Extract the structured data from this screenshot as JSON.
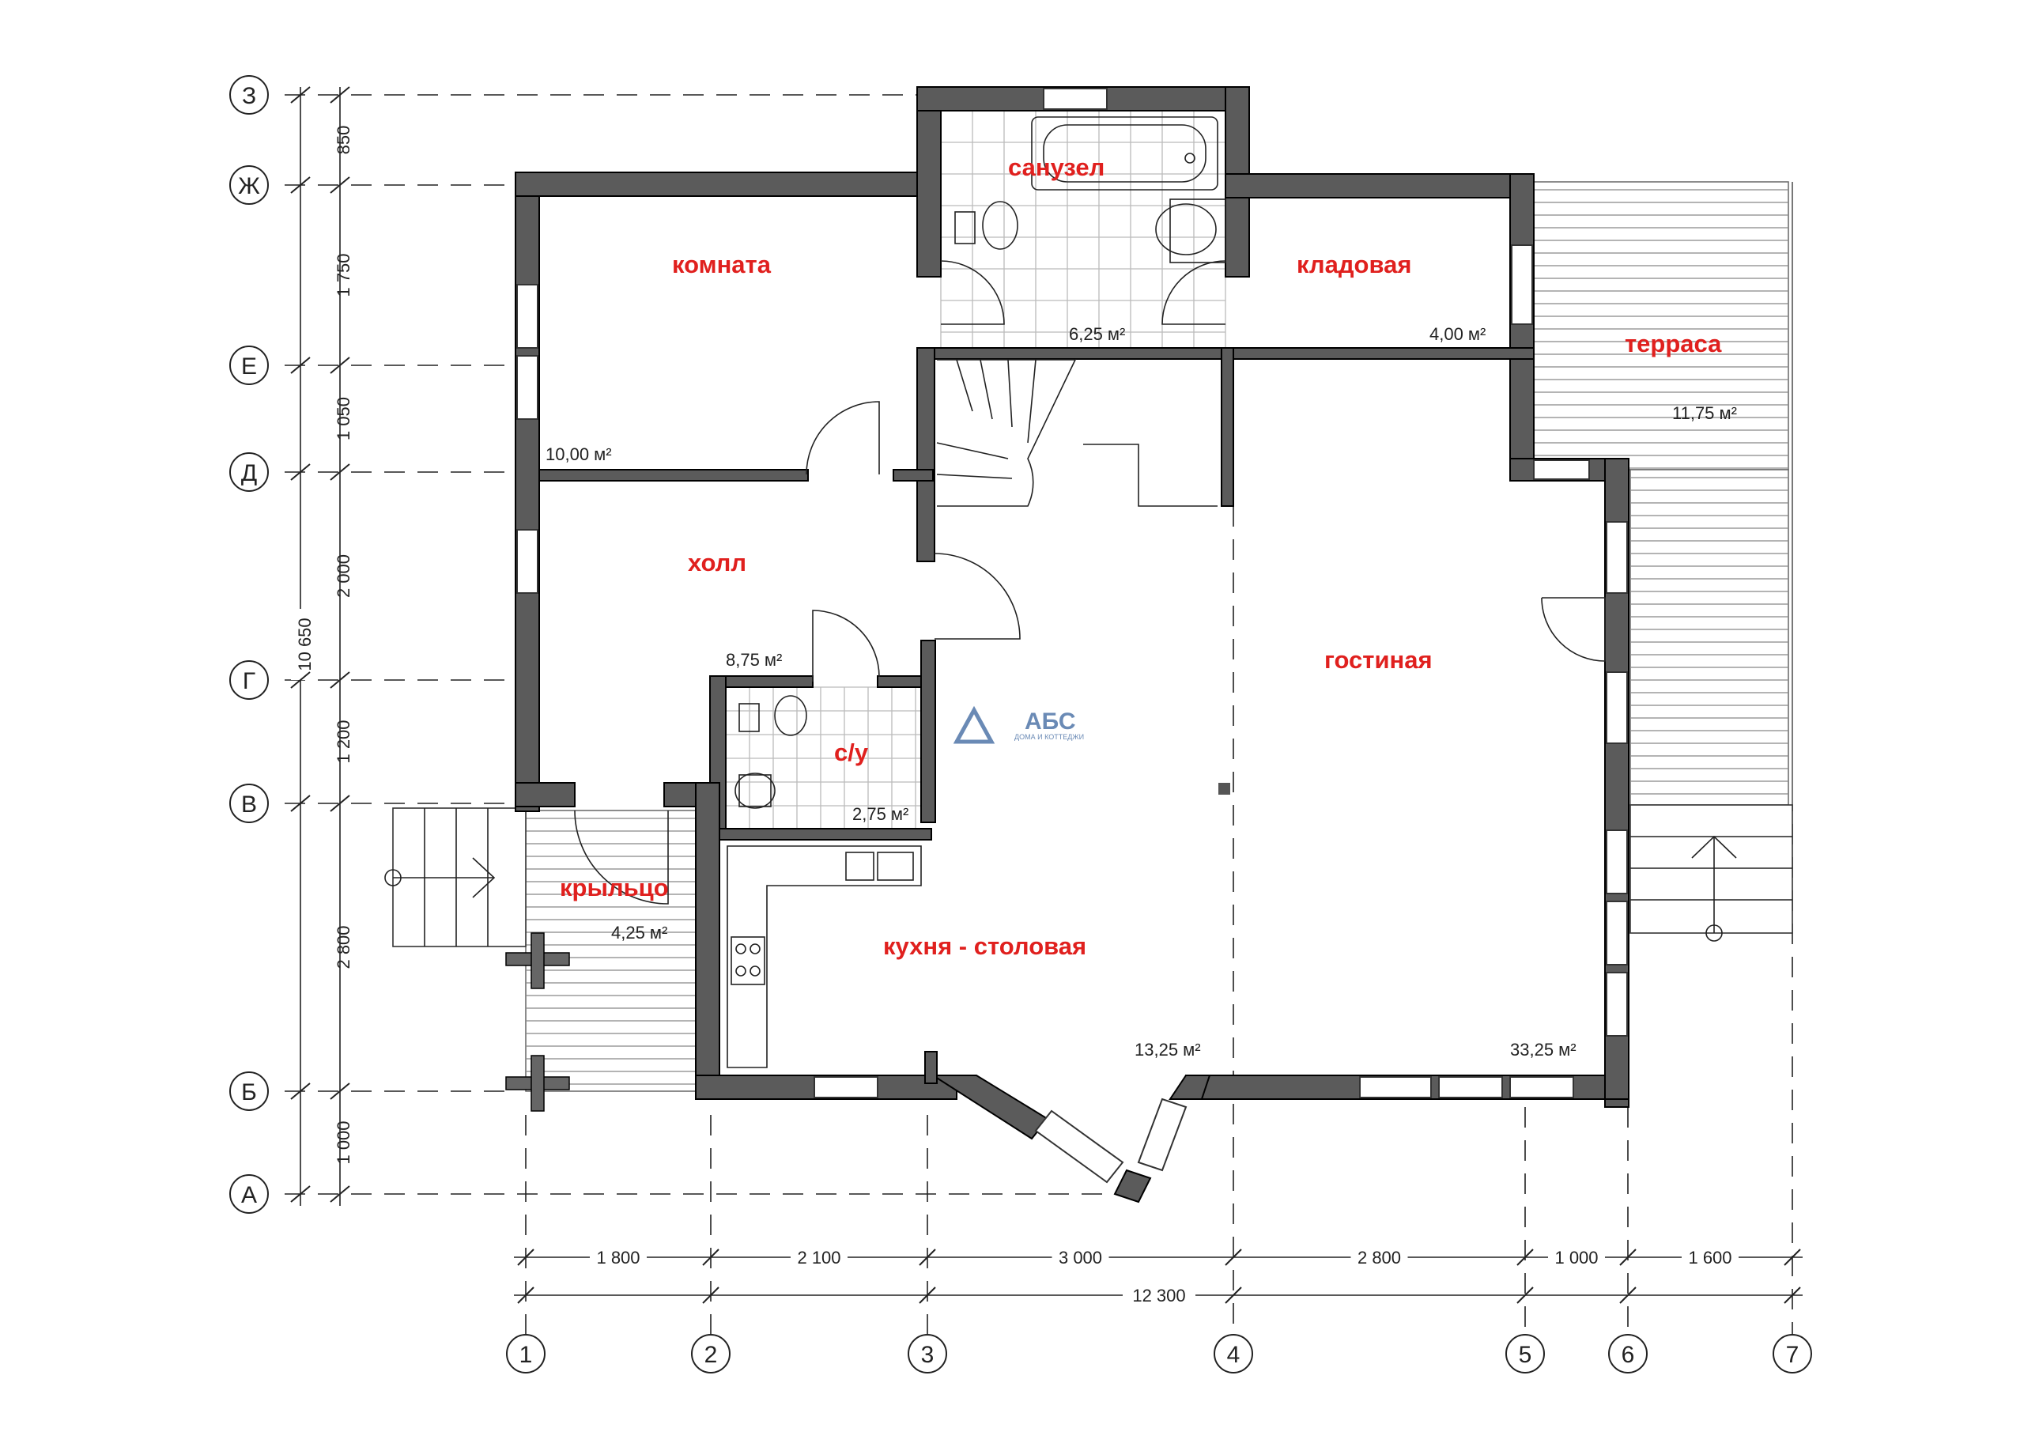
{
  "rooms": {
    "komnata": {
      "name": "комната",
      "area": "10,00 м²"
    },
    "sanuzel": {
      "name": "санузел",
      "area": "6,25 м²"
    },
    "kladovaya": {
      "name": "кладовая",
      "area": "4,00 м²"
    },
    "terrasa": {
      "name": "терраса",
      "area": "11,75 м²"
    },
    "holl": {
      "name": "холл",
      "area": "8,75 м²"
    },
    "gostinaya": {
      "name": "гостиная",
      "area": "33,25 м²"
    },
    "su": {
      "name": "с/у",
      "area": "2,75 м²"
    },
    "kryltso": {
      "name": "крыльцо",
      "area": "4,25 м²"
    },
    "kuhnya": {
      "name": "кухня - столовая",
      "area": "13,25 м²"
    }
  },
  "row_axes": [
    "З",
    "Ж",
    "Е",
    "Д",
    "Г",
    "В",
    "Б",
    "А"
  ],
  "row_dims": [
    "850",
    "1 750",
    "1 050",
    "2 000",
    "1 200",
    "2 800",
    "1 000"
  ],
  "row_total": "10 650",
  "col_axes": [
    "1",
    "2",
    "3",
    "4",
    "5",
    "6",
    "7"
  ],
  "col_dims": [
    "1 800",
    "2 100",
    "3 000",
    "2 800",
    "1 000",
    "1 600"
  ],
  "col_total": "12 300",
  "logo": {
    "name": "АБС",
    "tagline": "ДОМА И КОТТЕДЖИ"
  },
  "colors": {
    "room_label": "#e0201e",
    "wall": "#5b5b5b",
    "logo": "#6a8ab5"
  }
}
